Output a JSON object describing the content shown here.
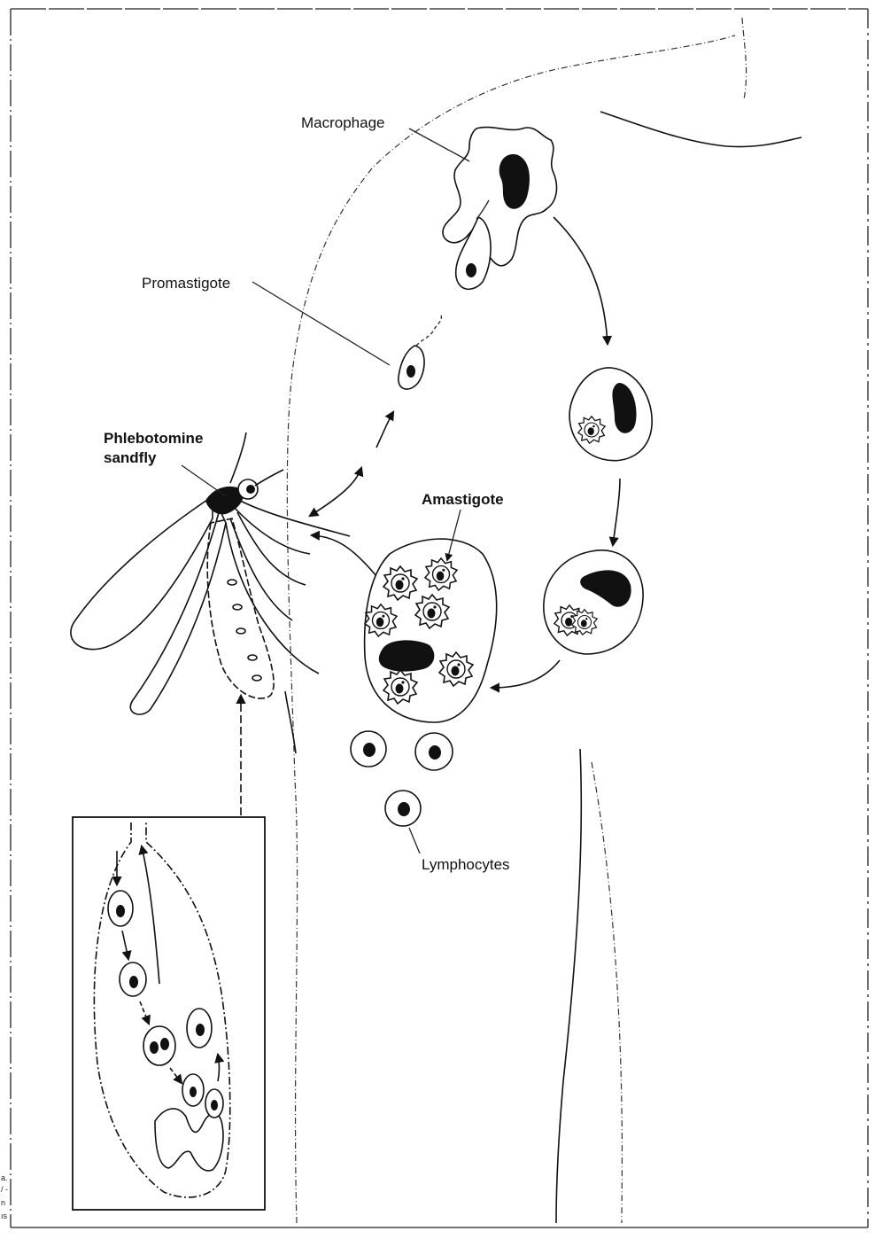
{
  "labels": {
    "macrophage": "Macrophage",
    "promastigote": "Promastigote",
    "sandfly_line1": "Phlebotomine",
    "sandfly_line2": "sandfly",
    "amastigote": "Amastigote",
    "lymphocytes": "Lymphocytes"
  },
  "margin_fragments": [
    "a.",
    "/ -",
    "n",
    "ıs"
  ],
  "colors": {
    "ink": "#111111",
    "background": "#ffffff"
  }
}
